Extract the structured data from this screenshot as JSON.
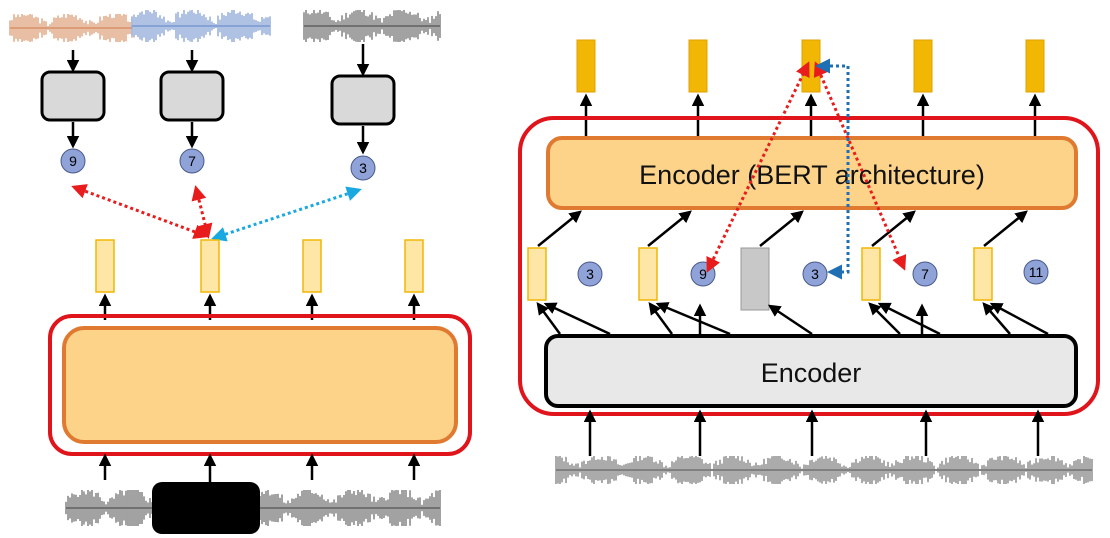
{
  "left": {
    "cluster_ids": [
      "9",
      "7",
      "3"
    ],
    "waveform_colors": [
      "#d4895a",
      "#6f8fcc",
      "#555555"
    ]
  },
  "right": {
    "upper_encoder_label": "Encoder (BERT architecture)",
    "lower_encoder_label": "Encoder",
    "target_ids": [
      "3",
      "9",
      "3",
      "7",
      "11"
    ]
  },
  "colors": {
    "red_frame": "#e0141b",
    "orange_border": "#e07a30",
    "orange_fill": "#fdd38a",
    "gold": "#f2b705",
    "light_feature": "#fde6a6",
    "gray_box": "#d9d9d9",
    "cluster_fill": "#8fa3d8",
    "red_dotted": "#e81c1c",
    "blue_dotted": "#19a8e0",
    "blue_dotted_dark": "#1f6fb5"
  }
}
